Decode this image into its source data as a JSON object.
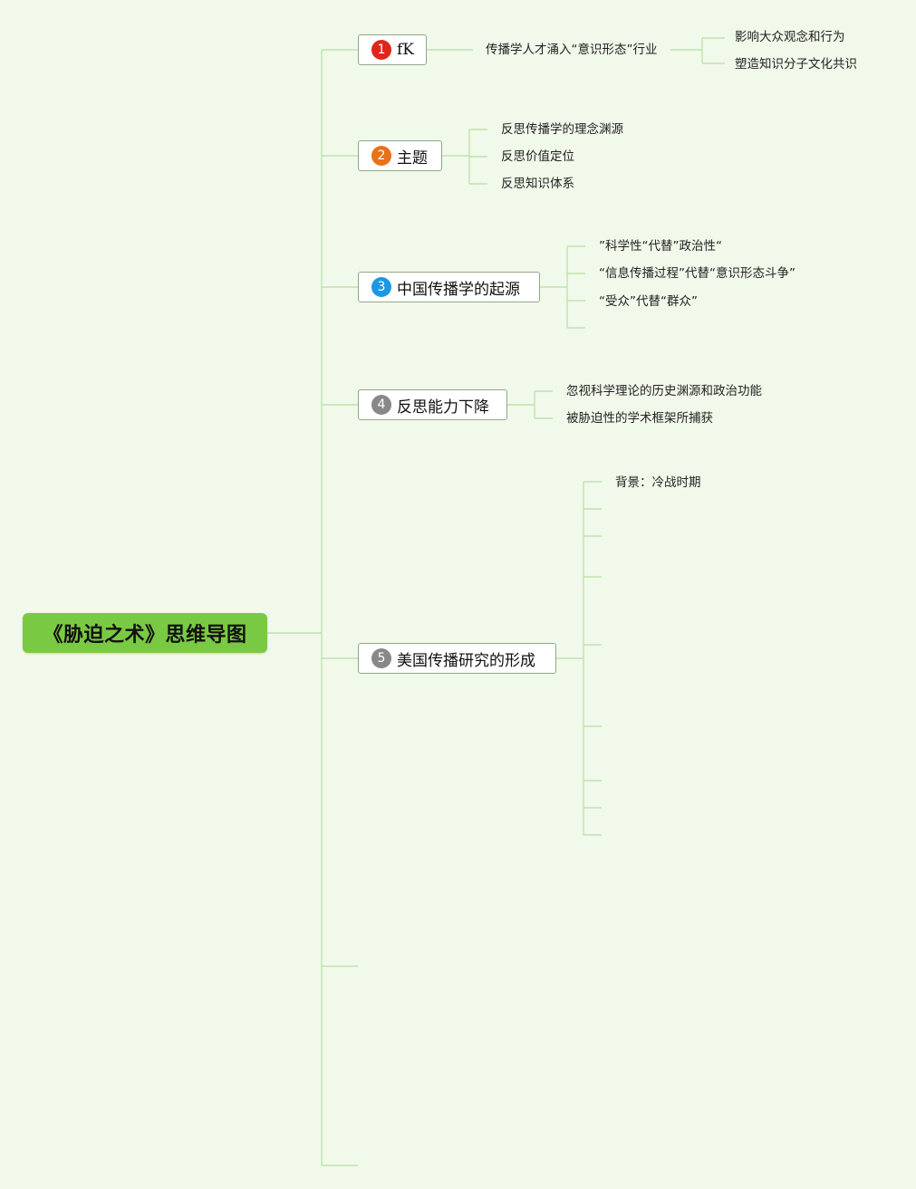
{
  "root": {
    "title": "《胁迫之术》思维导图"
  },
  "branches": [
    {
      "number": "1",
      "marker_color": "#e0261b",
      "label": "fK",
      "child": "传播学人才涌入“意识形态”行业",
      "grandchildren": [
        "影响大众观念和行为",
        "塑造知识分子文化共识"
      ]
    },
    {
      "number": "2",
      "marker_color": "#e8711a",
      "label": "主题",
      "children": [
        "反思传播学的理念渊源",
        "反思价值定位",
        "反思知识体系"
      ]
    },
    {
      "number": "3",
      "marker_color": "#1d98e0",
      "label": "中国传播学的起源",
      "children": [
        "”科学性“代替”政治性“",
        "“信息传播过程”代替“意识形态斗争”",
        "“受众”代替“群众”"
      ]
    },
    {
      "number": "4",
      "marker_color": "#888888",
      "label": "反思能力下降",
      "children": [
        "忽视科学理论的历史渊源和政治功能",
        "被胁迫性的学术框架所捕获"
      ]
    },
    {
      "number": "5",
      "marker_color": "#888888",
      "label": "美国传播研究的形成",
      "children": [
        "背景：冷战时期"
      ]
    }
  ],
  "colors": {
    "background": "#f1f9ea",
    "connector": "#b7dfa3",
    "root_fill": "#7ac943"
  }
}
